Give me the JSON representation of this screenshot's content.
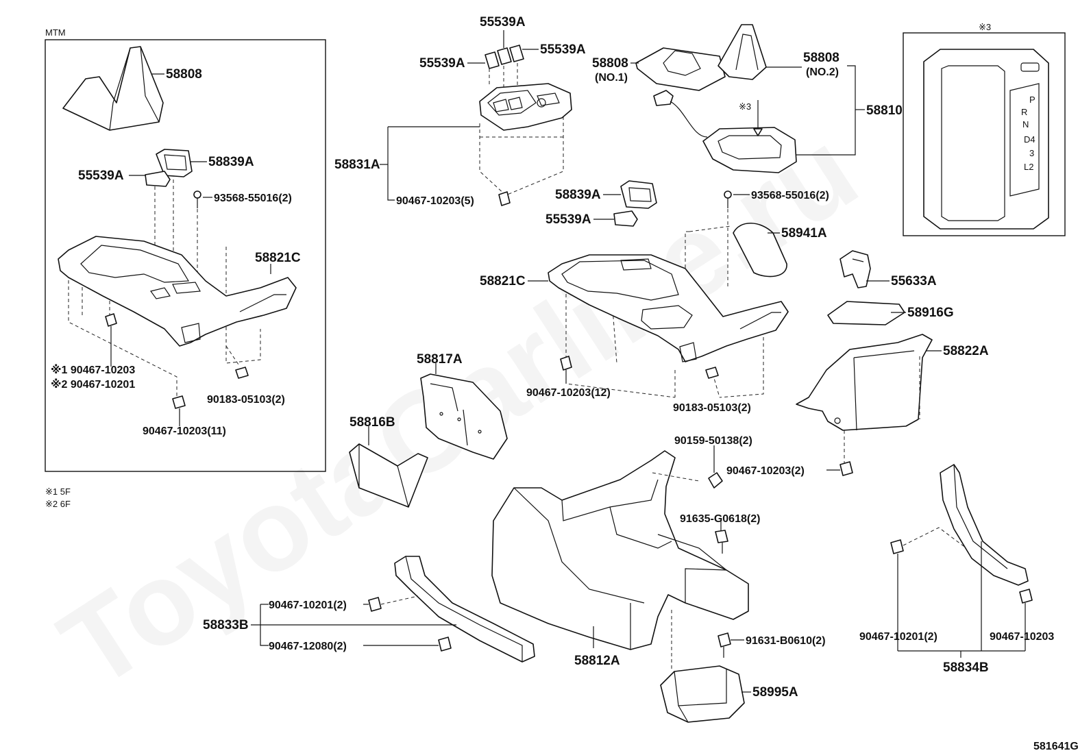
{
  "watermark": "ToyotaCarline.ru",
  "section_mtm": "MTM",
  "section_ref3": "※3",
  "notes": {
    "n1": "※1 5F",
    "n2": "※2 6F"
  },
  "diagram_code": "581641G",
  "labels": {
    "l01": "58808",
    "l02": "58839A",
    "l03": "55539A",
    "l04": "93568-55016(2)",
    "l05": "58821C",
    "l06": "※1 90467-10203",
    "l07": "※2 90467-10201",
    "l08": "90183-05103(2)",
    "l09": "90467-10203(11)",
    "l10": "55539A",
    "l11": "55539A",
    "l12": "55539A",
    "l13": "58831A",
    "l14": "90467-10203(5)",
    "l15": "58808",
    "l16": "(NO.1)",
    "l17": "58808",
    "l18": "(NO.2)",
    "l19": "58810",
    "l20": "※3",
    "l21": "58839A",
    "l22": "55539A",
    "l23": "93568-55016(2)",
    "l24": "58941A",
    "l25": "58821C",
    "l26": "90467-10203(12)",
    "l27": "90183-05103(2)",
    "l28": "55633A",
    "l29": "58916G",
    "l30": "58822A",
    "l31": "58817A",
    "l32": "58816B",
    "l33": "90159-50138(2)",
    "l34": "90467-10203(2)",
    "l35": "91635-G0618(2)",
    "l36": "58833B",
    "l37": "90467-10201(2)",
    "l38": "90467-12080(2)",
    "l39": "58812A",
    "l40": "91631-B0610(2)",
    "l41": "58995A",
    "l42": "90467-10201(2)",
    "l43": "90467-10203",
    "l44": "58834B"
  },
  "shift_pattern": [
    "P",
    "R",
    "N",
    "D4",
    "3",
    "L2"
  ]
}
